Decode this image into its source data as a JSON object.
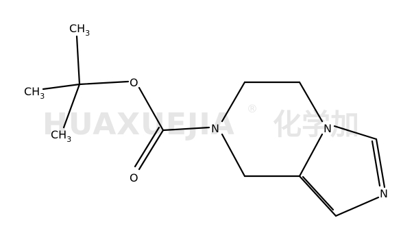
{
  "watermark": {
    "latin": "HUAXUEJIA",
    "registered": "®",
    "cjk": "化学加"
  },
  "labels": {
    "ch3_top": {
      "main": "CH",
      "sub": "3"
    },
    "ch3_left": {
      "main": "CH",
      "sub": "3"
    },
    "ch3_bottom": {
      "main": "CH",
      "sub": "3"
    },
    "o_ester": "O",
    "o_carbonyl": "O",
    "n_piperazine": "N",
    "n_bridge": "N",
    "n_imidazole": "N"
  },
  "colors": {
    "bond": "#000000",
    "watermark": "#e6e6e6",
    "background": "#ffffff"
  }
}
